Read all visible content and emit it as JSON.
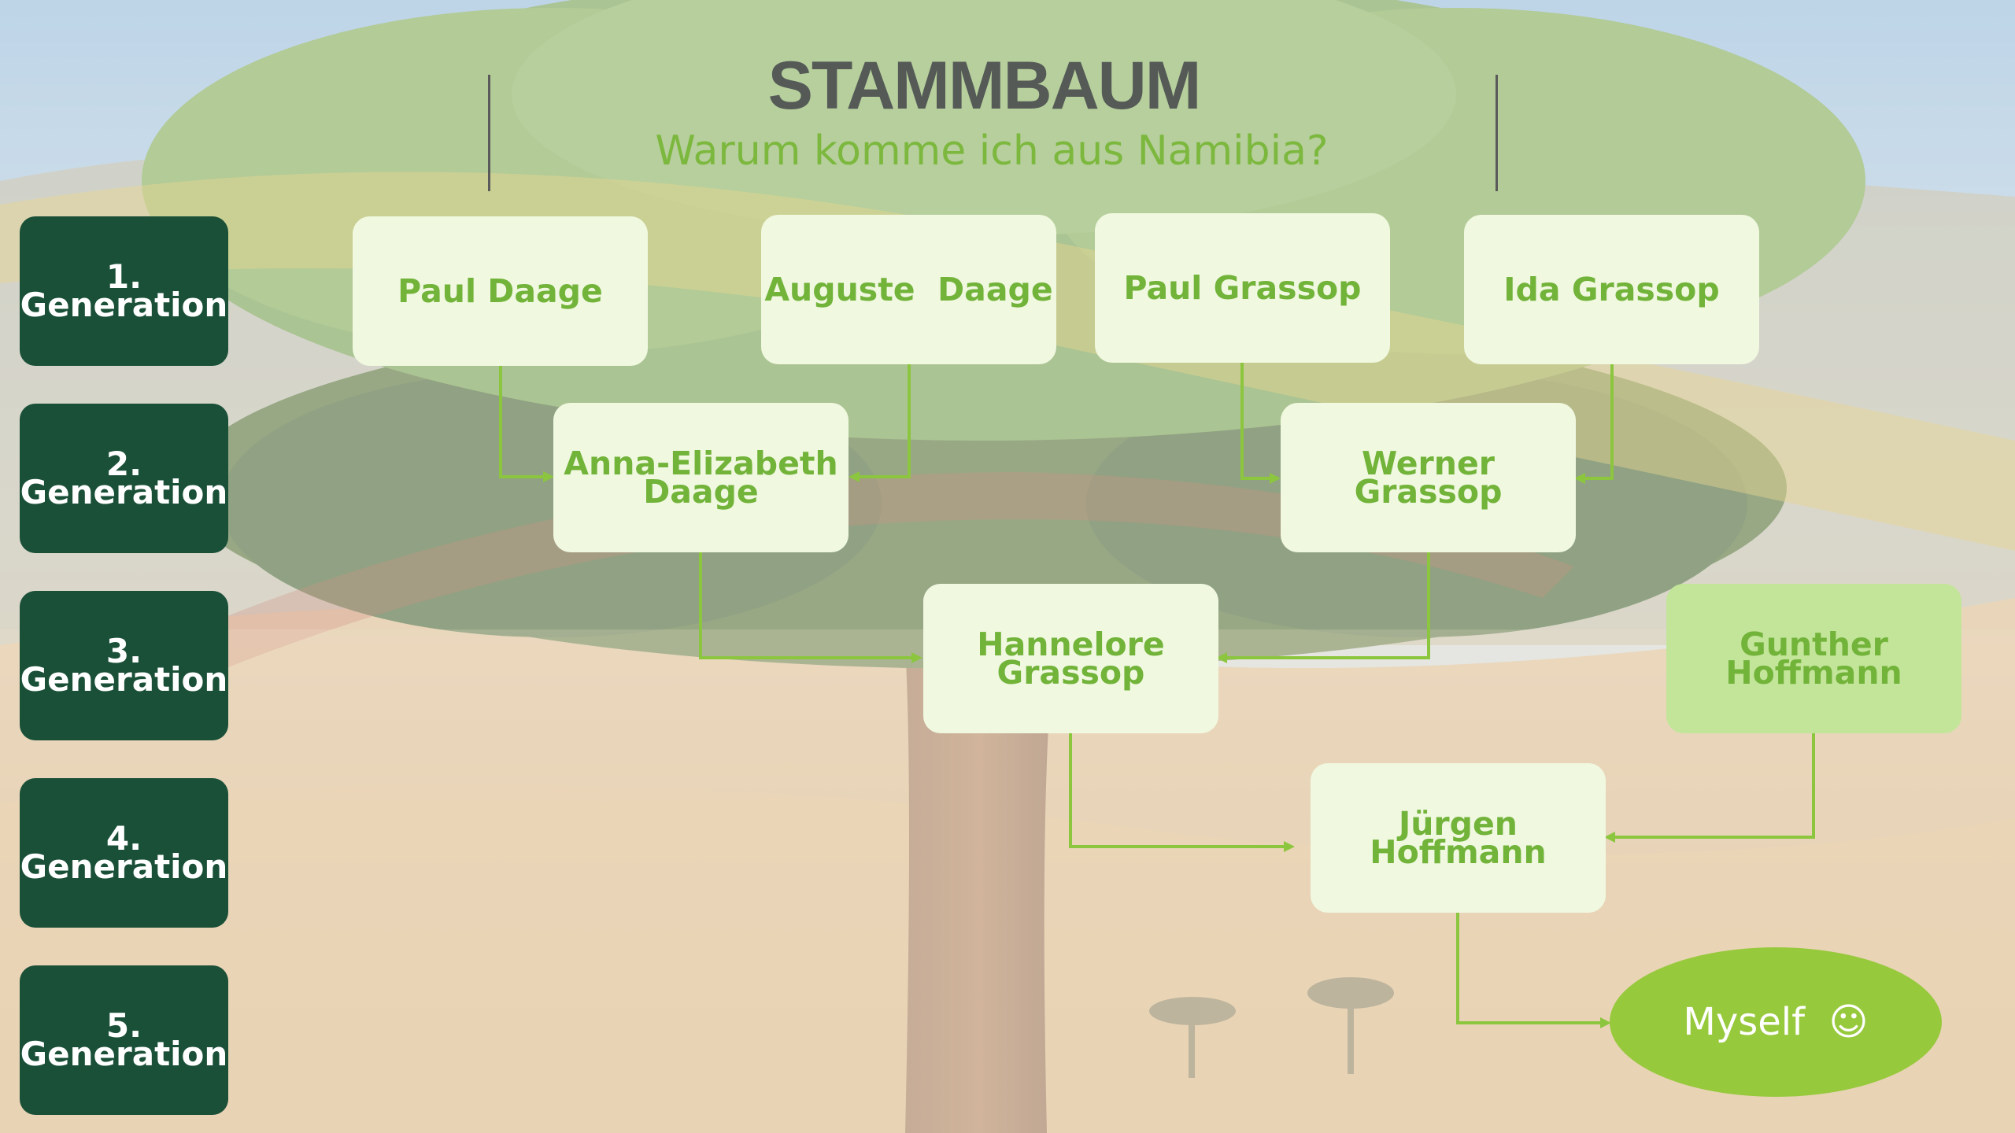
{
  "header": {
    "title": "STAMMBAUM",
    "subtitle": "Warum komme ich aus Namibia?"
  },
  "generations": [
    {
      "number": "1.",
      "label": "Generation"
    },
    {
      "number": "2.",
      "label": "Generation"
    },
    {
      "number": "3.",
      "label": "Generation"
    },
    {
      "number": "4.",
      "label": "Generation"
    },
    {
      "number": "5.",
      "label": "Generation"
    }
  ],
  "people": {
    "paul_daage": "Paul Daage",
    "auguste_daage": "Auguste  Daage",
    "paul_grassop": "Paul Grassop",
    "ida_grassop": "Ida Grassop",
    "anna_elizabeth_line1": "Anna-Elizabeth",
    "anna_elizabeth_line2": "Daage",
    "werner_grassop": "Werner Grassop",
    "hannelore_line1": "Hannelore",
    "hannelore_line2": "Grassop",
    "gunther_line1": "Gunther",
    "gunther_line2": "Hoffmann",
    "juergen_hoffmann": "Jürgen Hoffmann",
    "myself": "Myself  ☺"
  },
  "colors": {
    "generation_box": "#1a5038",
    "node_fill": "#f0f8e0",
    "node_fill_alt": "#c3e59a",
    "node_text": "#72b33a",
    "connector": "#8cc63f",
    "myself_fill": "#97c93d",
    "title_text": "#555a57"
  }
}
